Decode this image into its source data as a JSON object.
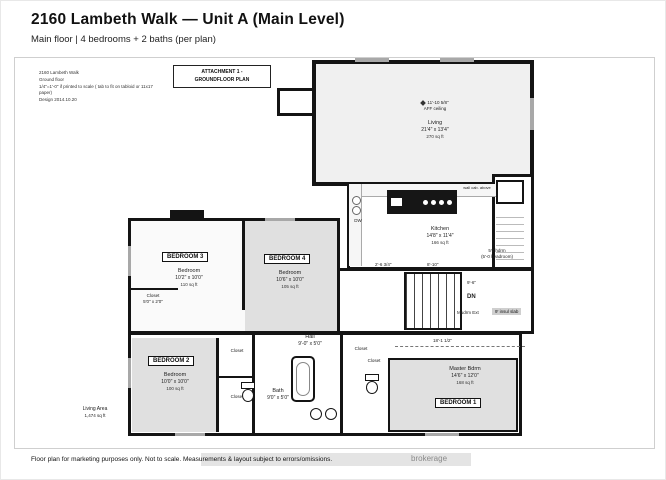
{
  "header": {
    "title": "2160 Lambeth Walk — Unit A (Main Level)",
    "subtitle": "Main floor | 4 bedrooms + 2 baths (per plan)"
  },
  "plan": {
    "corner_note": {
      "line1": "2160 Lambeth Walk",
      "line2": "Ground floor",
      "line3": "1/4\"=1'-0\" if printed to scale ( tab to fit on tabloid or 11x17 paper)",
      "line4": "Design 2014.10.20"
    },
    "attachment": {
      "line1": "ATTACHMENT 1 -",
      "line2": "GROUNDFLOOR PLAN"
    },
    "rooms": {
      "living": {
        "name": "Living",
        "dims": "21'4\" x 13'4\"",
        "area": "270 sq ft"
      },
      "kitchen": {
        "name": "Kitchen",
        "dims": "14'8\" x 11'4\"",
        "area": "166 sq ft"
      },
      "bedroom3": {
        "badge": "BEDROOM 3",
        "name": "Bedroom",
        "dims": "10'2\" x 10'0\"",
        "area": "110 sq ft"
      },
      "bedroom4": {
        "badge": "BEDROOM 4",
        "name": "Bedroom",
        "dims": "10'6\" x 10'0\"",
        "area": "105 sq ft"
      },
      "bedroom2": {
        "badge": "BEDROOM 2",
        "name": "Bedroom",
        "dims": "10'0\" x 10'0\"",
        "area": "100 sq ft"
      },
      "bedroom1": {
        "badge": "BEDROOM 1"
      },
      "master": {
        "name": "Master Bdrm",
        "dims": "14'6\" x 12'0\"",
        "area": "168 sq ft"
      },
      "hall": {
        "name": "Hall",
        "dims": "9'-0\" x 5'0\""
      },
      "bath": {
        "name": "Bath",
        "dims": "9'0\" x 5'0\""
      }
    },
    "notes": {
      "ceiling1": "11'-10 5/8\"",
      "ceiling2": "AFF ceiling",
      "dw": "DW",
      "wallcab": "wall cab. above",
      "headroom1": "5'0 hdrm",
      "headroom2": "(5'-0 headroom)",
      "dn": "DN",
      "mudrm": "Mudrm Ext",
      "slab": "9' insul slab",
      "living_area1": "Living Area",
      "living_area2": "1,474 sq ft",
      "closet": "Closet",
      "closet_dims": "5'0\" x 2'0\""
    },
    "dims": {
      "d1": "2'-6 3/4\"",
      "d2": "8'-10\"",
      "d3": "9'-6\"",
      "d4": "18'-1 1/2\""
    }
  },
  "footer": {
    "disclaimer": "Floor plan for marketing purposes only. Not to scale. Measurements & layout subject to errors/omissions.",
    "watermark": "brokerage"
  }
}
